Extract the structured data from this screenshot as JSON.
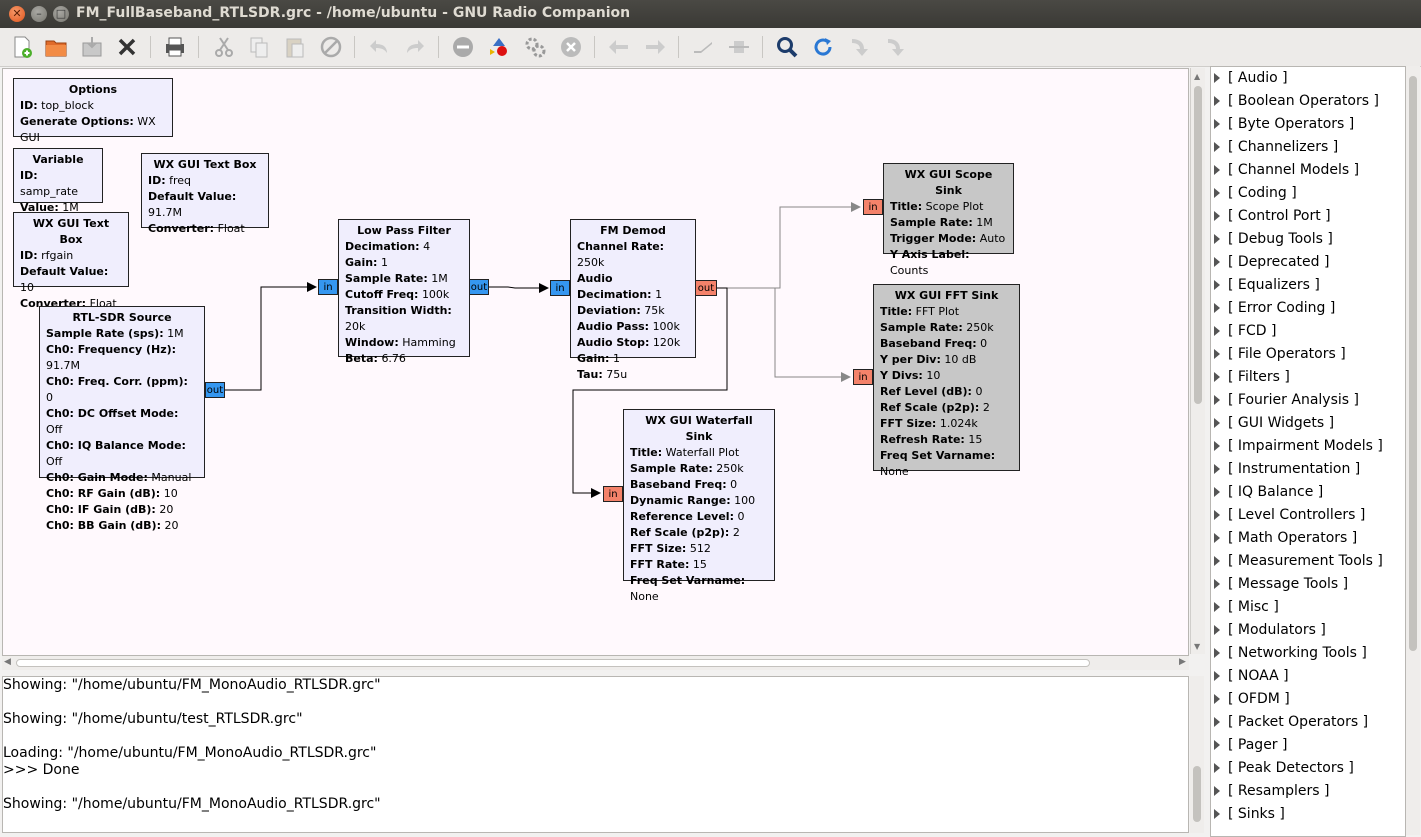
{
  "window": {
    "title": "FM_FullBaseband_RTLSDR.grc - /home/ubuntu - GNU Radio Companion"
  },
  "toolbar": {
    "icons": [
      "new-icon",
      "open-icon",
      "save-icon",
      "close-icon",
      "print-icon",
      "cut-icon",
      "copy-icon",
      "paste-icon",
      "delete-icon",
      "undo-icon",
      "redo-icon",
      "disable-icon",
      "generate-icon",
      "execute-icon",
      "kill-icon",
      "rotate-left-icon",
      "rotate-right-icon",
      "enable-icon",
      "bypass-icon",
      "find-icon",
      "reload-icon",
      "reload-down-icon",
      "reload-down2-icon"
    ]
  },
  "blocks": {
    "options": {
      "title": "Options",
      "p": [
        [
          "ID:",
          "top_block"
        ],
        [
          "Generate Options:",
          "WX GUI"
        ]
      ]
    },
    "variable": {
      "title": "Variable",
      "p": [
        [
          "ID:",
          "samp_rate"
        ],
        [
          "Value:",
          "1M"
        ]
      ]
    },
    "textbox_freq": {
      "title": "WX GUI Text Box",
      "p": [
        [
          "ID:",
          "freq"
        ],
        [
          "Default Value:",
          "91.7M"
        ],
        [
          "Converter:",
          "Float"
        ]
      ]
    },
    "textbox_rfgain": {
      "title": "WX GUI Text Box",
      "p": [
        [
          "ID:",
          "rfgain"
        ],
        [
          "Default Value:",
          "10"
        ],
        [
          "Converter:",
          "Float"
        ]
      ]
    },
    "rtlsdr": {
      "title": "RTL-SDR Source",
      "p": [
        [
          "Sample Rate (sps):",
          "1M"
        ],
        [
          "Ch0: Frequency (Hz):",
          "91.7M"
        ],
        [
          "Ch0: Freq. Corr. (ppm):",
          "0"
        ],
        [
          "Ch0: DC Offset Mode:",
          "Off"
        ],
        [
          "Ch0: IQ Balance Mode:",
          "Off"
        ],
        [
          "Ch0: Gain Mode:",
          "Manual"
        ],
        [
          "Ch0: RF Gain (dB):",
          "10"
        ],
        [
          "Ch0: IF Gain (dB):",
          "20"
        ],
        [
          "Ch0: BB Gain (dB):",
          "20"
        ]
      ]
    },
    "lpf": {
      "title": "Low Pass Filter",
      "p": [
        [
          "Decimation:",
          "4"
        ],
        [
          "Gain:",
          "1"
        ],
        [
          "Sample Rate:",
          "1M"
        ],
        [
          "Cutoff Freq:",
          "100k"
        ],
        [
          "Transition Width:",
          "20k"
        ],
        [
          "Window:",
          "Hamming"
        ],
        [
          "Beta:",
          "6.76"
        ]
      ]
    },
    "fmdemod": {
      "title": "FM Demod",
      "p": [
        [
          "Channel Rate:",
          "250k"
        ],
        [
          "Audio Decimation:",
          "1"
        ],
        [
          "Deviation:",
          "75k"
        ],
        [
          "Audio Pass:",
          "100k"
        ],
        [
          "Audio Stop:",
          "120k"
        ],
        [
          "Gain:",
          "1"
        ],
        [
          "Tau:",
          "75u"
        ]
      ]
    },
    "scope": {
      "title": "WX GUI Scope Sink",
      "p": [
        [
          "Title:",
          "Scope Plot"
        ],
        [
          "Sample Rate:",
          "1M"
        ],
        [
          "Trigger Mode:",
          "Auto"
        ],
        [
          "Y Axis Label:",
          "Counts"
        ]
      ]
    },
    "fft": {
      "title": "WX GUI FFT Sink",
      "p": [
        [
          "Title:",
          "FFT Plot"
        ],
        [
          "Sample Rate:",
          "250k"
        ],
        [
          "Baseband Freq:",
          "0"
        ],
        [
          "Y per Div:",
          "10 dB"
        ],
        [
          "Y Divs:",
          "10"
        ],
        [
          "Ref Level (dB):",
          "0"
        ],
        [
          "Ref Scale (p2p):",
          "2"
        ],
        [
          "FFT Size:",
          "1.024k"
        ],
        [
          "Refresh Rate:",
          "15"
        ],
        [
          "Freq Set Varname:",
          "None"
        ]
      ]
    },
    "waterfall": {
      "title": "WX GUI Waterfall Sink",
      "p": [
        [
          "Title:",
          "Waterfall Plot"
        ],
        [
          "Sample Rate:",
          "250k"
        ],
        [
          "Baseband Freq:",
          "0"
        ],
        [
          "Dynamic Range:",
          "100"
        ],
        [
          "Reference Level:",
          "0"
        ],
        [
          "Ref Scale (p2p):",
          "2"
        ],
        [
          "FFT Size:",
          "512"
        ],
        [
          "FFT Rate:",
          "15"
        ],
        [
          "Freq Set Varname:",
          "None"
        ]
      ]
    }
  },
  "ports": {
    "in": "in",
    "out": "out"
  },
  "console": [
    "Showing: \"/home/ubuntu/FM_MonoAudio_RTLSDR.grc\"",
    "",
    "Showing: \"/home/ubuntu/test_RTLSDR.grc\"",
    "",
    "Loading: \"/home/ubuntu/FM_MonoAudio_RTLSDR.grc\"",
    ">>> Done",
    "",
    "Showing: \"/home/ubuntu/FM_MonoAudio_RTLSDR.grc\""
  ],
  "tree": [
    "[ Audio ]",
    "[ Boolean Operators ]",
    "[ Byte Operators ]",
    "[ Channelizers ]",
    "[ Channel Models ]",
    "[ Coding ]",
    "[ Control Port ]",
    "[ Debug Tools ]",
    "[ Deprecated ]",
    "[ Equalizers ]",
    "[ Error Coding ]",
    "[ FCD ]",
    "[ File Operators ]",
    "[ Filters ]",
    "[ Fourier Analysis ]",
    "[ GUI Widgets ]",
    "[ Impairment Models ]",
    "[ Instrumentation ]",
    "[ IQ Balance ]",
    "[ Level Controllers ]",
    "[ Math Operators ]",
    "[ Measurement Tools ]",
    "[ Message Tools ]",
    "[ Misc ]",
    "[ Modulators ]",
    "[ Networking Tools ]",
    "[ NOAA ]",
    "[ OFDM ]",
    "[ Packet Operators ]",
    "[ Pager ]",
    "[ Peak Detectors ]",
    "[ Resamplers ]",
    "[ Sinks ]"
  ]
}
